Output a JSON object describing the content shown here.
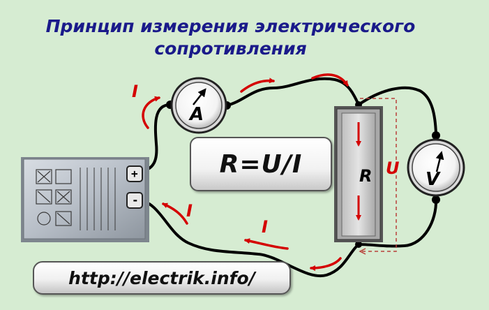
{
  "title": {
    "line1": "Принцип измерения электрического",
    "line2": "сопротивления"
  },
  "formula": "R=U/I",
  "url": "http://electrik.info/",
  "labels": {
    "current": "I",
    "voltage": "U",
    "resistor": "R",
    "ammeter": "A",
    "voltmeter": "V",
    "plus": "+",
    "minus": "-"
  },
  "colors": {
    "background": "#d6ecd2",
    "title": "#1a1a8a",
    "arrows": "#d40000",
    "wire": "#000000"
  },
  "icons": [
    "battery-icon",
    "ammeter-icon",
    "voltmeter-icon",
    "resistor-icon",
    "current-arrow-icon"
  ]
}
